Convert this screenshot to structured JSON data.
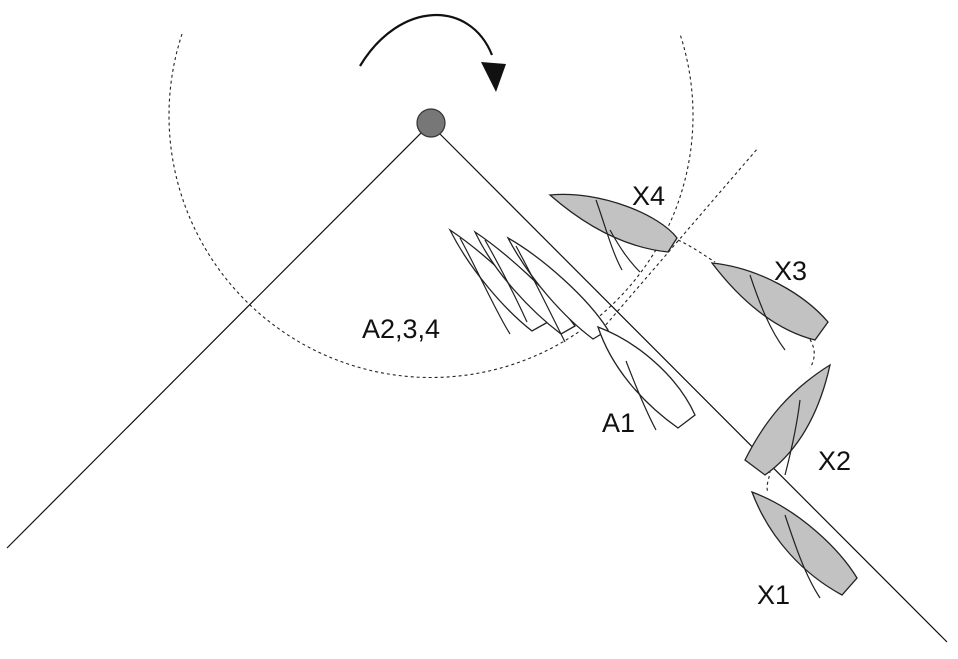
{
  "labels": {
    "a_group": "A2,3,4",
    "a1": "A1",
    "x1": "X1",
    "x2": "X2",
    "x3": "X3",
    "x4": "X4"
  },
  "colors": {
    "background": "#ffffff",
    "line": "#111111",
    "mark": "#777777",
    "x_boat_fill": "#c2c2c2",
    "a_boat_fill": "#ffffff"
  },
  "icons": {
    "mark": "mark-buoy-icon",
    "rotation": "clockwise-arrow-icon"
  }
}
